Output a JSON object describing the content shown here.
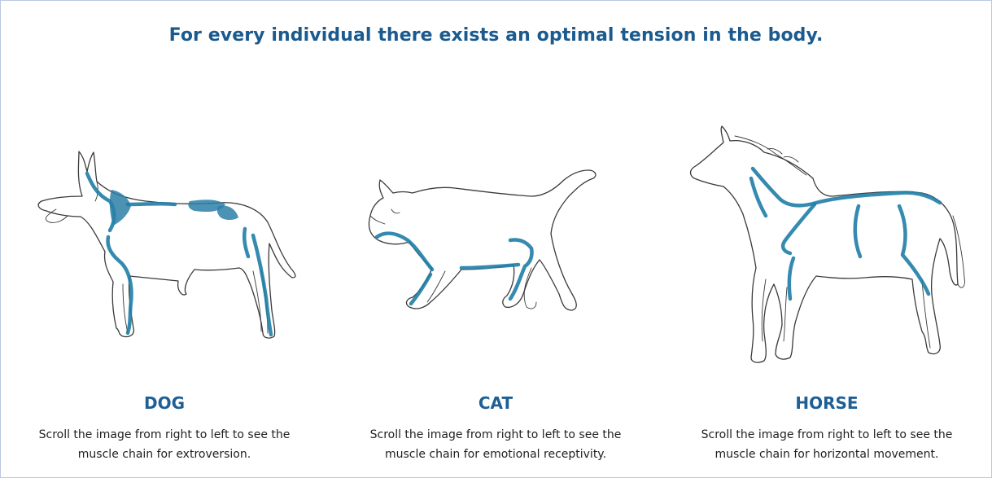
{
  "heading": "For every individual there exists an optimal tension in the body.",
  "cards": [
    {
      "title": "DOG",
      "line1": "Scroll the image from right to left to see the",
      "line2": "muscle chain for extroversion.",
      "illustration_icon": "dog-illustration"
    },
    {
      "title": "CAT",
      "line1": "Scroll the image from right to left to see the",
      "line2": "muscle chain for emotional receptivity.",
      "illustration_icon": "cat-illustration"
    },
    {
      "title": "HORSE",
      "line1": "Scroll the image from right to left to see the",
      "line2": "muscle chain for horizontal movement.",
      "illustration_icon": "horse-illustration"
    }
  ],
  "colors": {
    "heading": "#1a5a8e",
    "title": "#1e5f96",
    "muscle": "#1f7ea6",
    "border": "#b9c8e0",
    "text": "#1f1f1f"
  }
}
